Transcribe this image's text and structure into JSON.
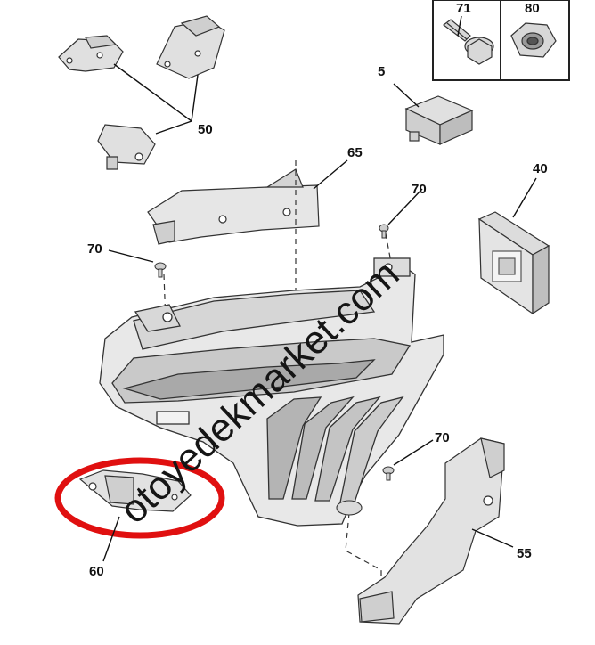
{
  "callouts": {
    "c71": "71",
    "c80": "80",
    "c5": "5",
    "c65": "65",
    "c40": "40",
    "c50": "50",
    "c70_top": "70",
    "c70_left": "70",
    "c70_right": "70",
    "c55": "55",
    "c60": "60"
  },
  "watermark": "otoyedekmarket.com",
  "colors": {
    "part_fill": "#e3e3e3",
    "part_stroke": "#3a3a3a",
    "highlight": "#e01010",
    "text": "#111111"
  }
}
